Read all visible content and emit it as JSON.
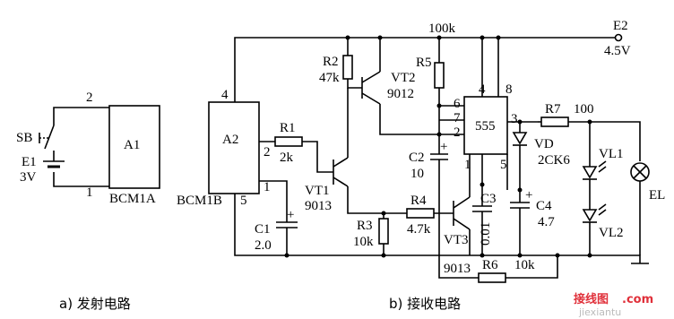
{
  "transmitter": {
    "switch": "SB",
    "battery": "E1",
    "battery_voltage": "3V",
    "module": "A1",
    "module_part": "BCM1A",
    "pin_top": "2",
    "pin_bottom": "1"
  },
  "receiver": {
    "module": "A2",
    "module_part": "BCM1B",
    "module_pins": [
      "4",
      "2",
      "1",
      "5"
    ],
    "supply": "E2",
    "supply_voltage": "4.5V",
    "r1": "R1",
    "r1_val": "2k",
    "r2": "R2",
    "r2_val": "47k",
    "r3": "R3",
    "r3_val": "10k",
    "r4": "R4",
    "r4_val": "4.7k",
    "r5": "R5",
    "r5_val": "100k",
    "r6": "R6",
    "r6_val": "10k",
    "r7": "R7",
    "r7_val": "100",
    "c1": "C1",
    "c1_val": "2.0",
    "c2": "C2",
    "c2_val": "10",
    "c3": "C3",
    "c3_val": "0.01",
    "c4": "C4",
    "c4_val": "4.7",
    "vt1": "VT1",
    "vt1_part": "9013",
    "vt2": "VT2",
    "vt2_part": "9012",
    "vt3": "VT3",
    "vt3_part": "9013",
    "timer": "555",
    "timer_pins": [
      "6",
      "7",
      "2",
      "4",
      "8",
      "3",
      "1",
      "5"
    ],
    "diode": "VD",
    "diode_part": "2CK6",
    "led1": "VL1",
    "led2": "VL2",
    "lamp": "EL"
  },
  "captions": {
    "a": "a) 发射电路",
    "b": "b) 接收电路"
  },
  "watermark": {
    "logo": "接线图",
    "domain": ".com",
    "sub": "jiexiantu"
  }
}
